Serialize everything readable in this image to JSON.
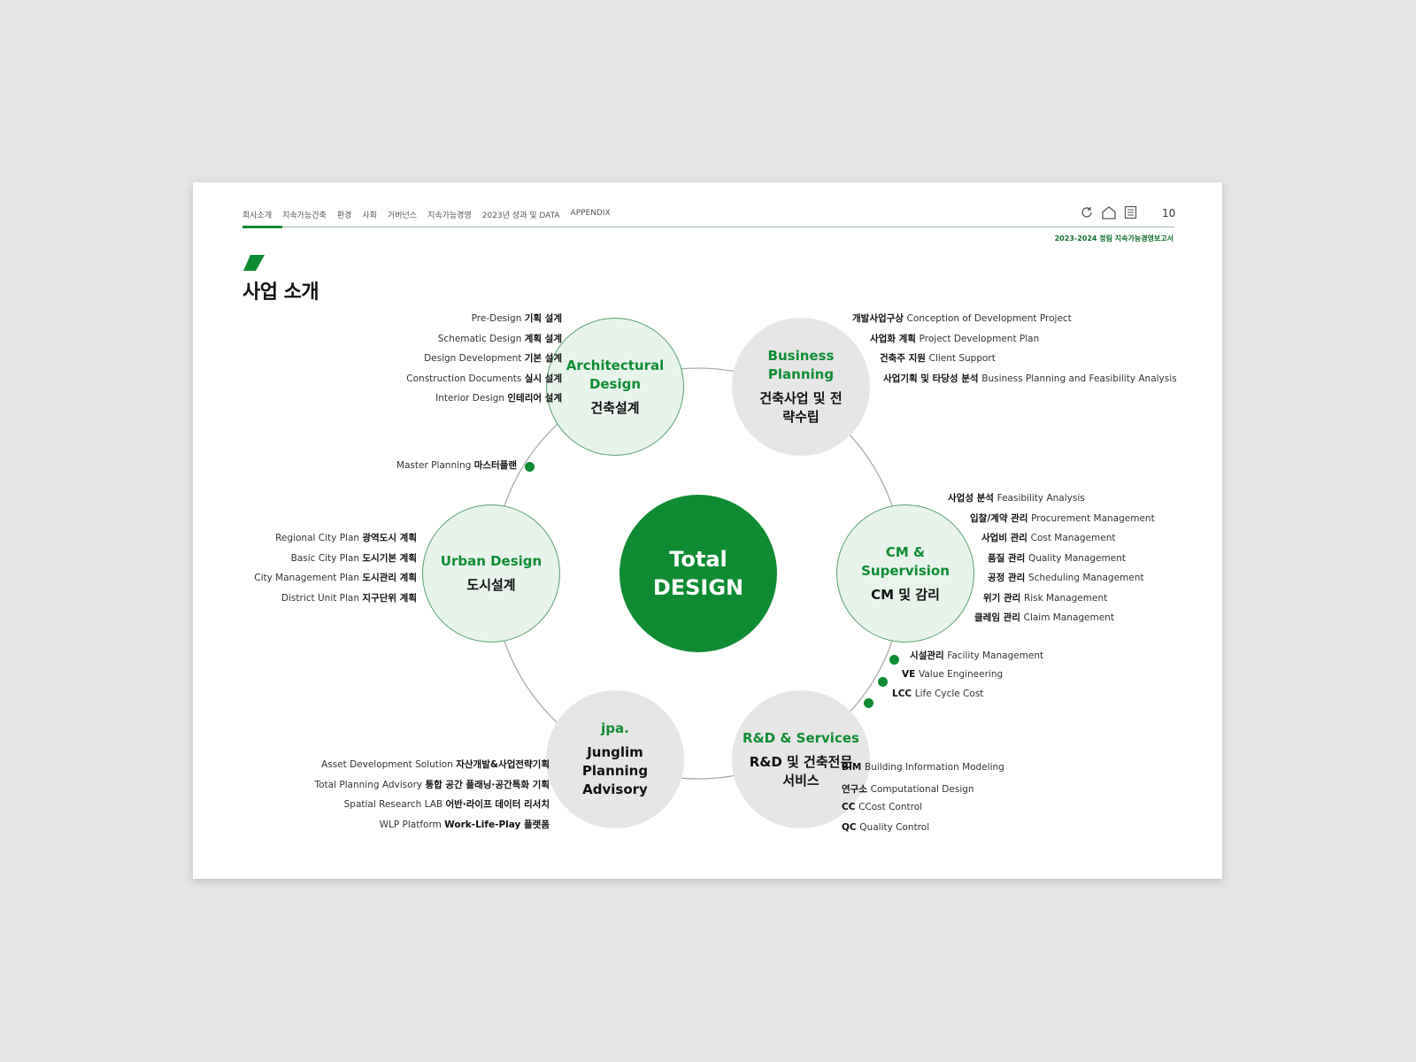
{
  "nav": {
    "items": [
      "회사소개",
      "지속가능건축",
      "환경",
      "사회",
      "거버넌스",
      "지속가능경영",
      "2023년 성과 및 DATA",
      "APPENDIX"
    ],
    "page_number": "10",
    "report_title": "2023-2024 정림 지속가능경영보고서"
  },
  "icons": [
    "refresh-icon",
    "home-icon",
    "list-icon"
  ],
  "title": "사업 소개",
  "center": {
    "line1": "Total",
    "line2": "DESIGN"
  },
  "circles": {
    "architectural": {
      "en": "Architectural Design",
      "ko": "건축설계"
    },
    "business": {
      "en": "Business Planning",
      "ko": "건축사업 및 전략수립"
    },
    "cm": {
      "en": "CM & Supervision",
      "ko": "CM 및 감리"
    },
    "rnd": {
      "en": "R&D & Services",
      "ko": "R&D 및 건축전문 서비스"
    },
    "jpa": {
      "en": "jpa.",
      "ko": "Junglim Planning Advisory"
    },
    "urban": {
      "en": "Urban Design",
      "ko": "도시설계"
    }
  },
  "lists": {
    "architectural": [
      {
        "a": "Pre-Design ",
        "b": "기획 설계"
      },
      {
        "a": "Schematic Design ",
        "b": "계획 설계"
      },
      {
        "a": "Design Development ",
        "b": "기본 설계"
      },
      {
        "a": "Construction Documents ",
        "b": "실시 설계"
      },
      {
        "a": "Interior Design ",
        "b": "인테리어 설계"
      }
    ],
    "business": [
      {
        "b": "개발사업구상 ",
        "a": "Conception of Development Project"
      },
      {
        "b": "사업화 계획 ",
        "a": "Project Development Plan"
      },
      {
        "b": "건축주 지원 ",
        "a": "Client Support"
      },
      {
        "b": "사업기획 및 타당성 분석 ",
        "a": "Business Planning and Feasibility Analysis"
      }
    ],
    "master": {
      "a": "Master Planning ",
      "b": "마스터플랜"
    },
    "urban": [
      {
        "a": "Regional City Plan ",
        "b": "광역도시 계획"
      },
      {
        "a": "Basic City Plan ",
        "b": "도시기본 계획"
      },
      {
        "a": "City Management Plan ",
        "b": "도시관리 계획"
      },
      {
        "a": "District Unit Plan ",
        "b": "지구단위 계획"
      }
    ],
    "cm": [
      {
        "b": "사업성 분석 ",
        "a": "Feasibility Analysis"
      },
      {
        "b": "입찰/계약 관리 ",
        "a": "Procurement Management"
      },
      {
        "b": "사업비 관리 ",
        "a": "Cost Management"
      },
      {
        "b": "품질 관리 ",
        "a": "Quality Management"
      },
      {
        "b": "공정 관리 ",
        "a": "Scheduling Management"
      },
      {
        "b": "위기 관리 ",
        "a": "Risk Management"
      },
      {
        "b": "클레임 관리 ",
        "a": "Claim Management"
      }
    ],
    "dots": [
      {
        "b": "시설관리 ",
        "a": "Facility Management"
      },
      {
        "b": "VE ",
        "a": "Value Engineering"
      },
      {
        "b": "LCC ",
        "a": "Life Cycle Cost"
      }
    ],
    "rnd": [
      {
        "b": "BIM ",
        "a": "Building Information Modeling"
      },
      {
        "b": "연구소 ",
        "a": "Computational Design"
      },
      {
        "b": "CC ",
        "a": "CCost Control"
      },
      {
        "b": "QC ",
        "a": "Quality Control"
      }
    ],
    "jpa": [
      {
        "a": "Asset Development Solution ",
        "b": "자산개발&사업전략기획"
      },
      {
        "a": "Total Planning Advisory ",
        "b": "통합 공간 플래닝·공간특화 기획"
      },
      {
        "a": "Spatial Research LAB ",
        "b": "어반·라이프 데이터 리서치"
      },
      {
        "a": "WLP Platform ",
        "b": "Work-Life-Play 플랫폼"
      }
    ]
  },
  "colors": {
    "accent": "#0f8b33",
    "ring": "#aaaaaa",
    "grey_circle": "#e6e6e6",
    "light_green": "#e8f3ec"
  }
}
